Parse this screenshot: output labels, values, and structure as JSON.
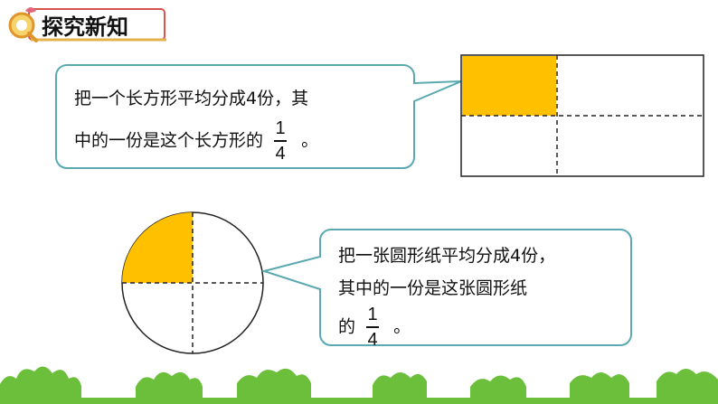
{
  "header": {
    "title": "探究新知"
  },
  "callout1": {
    "line1": "把一个长方形平均分成4份，其",
    "line2": "中的一份是这个长方形的",
    "numerator": "1",
    "denominator": "4",
    "end": "。"
  },
  "callout2": {
    "line1": "把一张圆形纸平均分成4份，",
    "line2": "其中的一份是这张圆形纸",
    "line3": "的",
    "numerator": "1",
    "denominator": "4",
    "end": "。"
  },
  "colors": {
    "accent": "#ffc000",
    "outline": "#5aa9b0",
    "grass": "#6bbf3a"
  }
}
